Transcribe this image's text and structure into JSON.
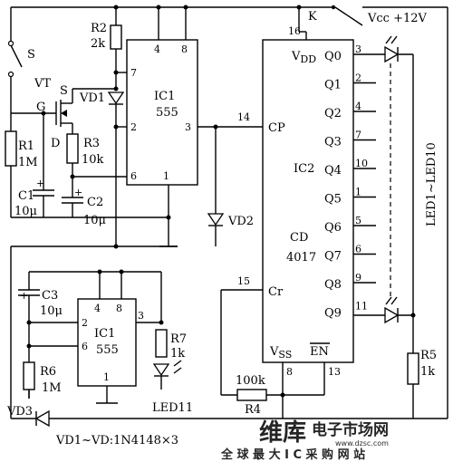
{
  "power": {
    "switch_k": "K",
    "vcc": "Vcc  +12V"
  },
  "switch_s": "S",
  "transistor": {
    "name": "VT",
    "s": "S",
    "g": "G",
    "d": "D"
  },
  "ic1_top": {
    "title": "IC1",
    "type": "555",
    "pin4": "4",
    "pin8": "8",
    "pin7": "7",
    "pin2": "2",
    "pin3": "3",
    "pin6": "6",
    "pin1": "1"
  },
  "ic1_bot": {
    "title": "IC1",
    "type": "555",
    "pin4": "4",
    "pin8": "8",
    "pin2": "2",
    "pin3": "3",
    "pin6": "6",
    "pin1": "1"
  },
  "ic2": {
    "title": "IC2",
    "part": "CD",
    "part2": "4017",
    "vdd": "V",
    "vdd_sub": "DD",
    "vss": "V",
    "vss_sub": "SS",
    "cp": "CP",
    "cr": "Cr",
    "en": "EN",
    "pin16": "16",
    "pin14": "14",
    "pin15": "15",
    "pin8": "8",
    "pin13": "13",
    "outputs": [
      {
        "name": "Q0",
        "pin": "3"
      },
      {
        "name": "Q1",
        "pin": "2"
      },
      {
        "name": "Q2",
        "pin": "4"
      },
      {
        "name": "Q3",
        "pin": "7"
      },
      {
        "name": "Q4",
        "pin": "10"
      },
      {
        "name": "Q5",
        "pin": "1"
      },
      {
        "name": "Q6",
        "pin": "5"
      },
      {
        "name": "Q7",
        "pin": "6"
      },
      {
        "name": "Q8",
        "pin": "9"
      },
      {
        "name": "Q9",
        "pin": "11"
      }
    ]
  },
  "components": {
    "r1": "R1",
    "r1v": "1M",
    "r2": "R2",
    "r2v": "2k",
    "r3": "R3",
    "r3v": "10k",
    "r4": "R4",
    "r4v": "100k",
    "r5": "R5",
    "r5v": "1k",
    "r6": "R6",
    "r6v": "1M",
    "r7": "R7",
    "r7v": "1k",
    "c1": "C1",
    "c1v": "10μ",
    "c2": "C2",
    "c2v": "10μ",
    "c3": "C3",
    "c3v": "10μ",
    "vd1": "VD1",
    "vd2": "VD2",
    "vd3": "VD3",
    "led_range": "LED1~LED10",
    "led11": "LED11",
    "plus": "+"
  },
  "note": "VD1~VD:1N4148×3",
  "watermark": {
    "brand": "维库",
    "cn": "电子市场网",
    "url": "www.dzsc.com",
    "slogan": "全 球 最 大 I C 采 购 网 站"
  }
}
